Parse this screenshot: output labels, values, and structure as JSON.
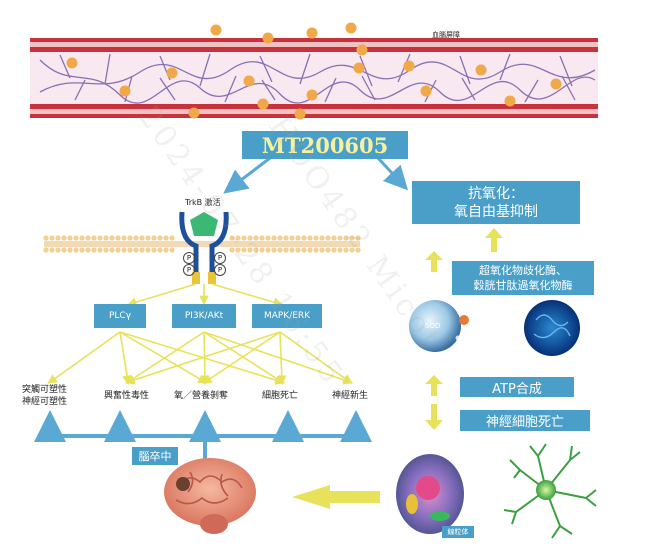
{
  "blood_vessel": {
    "label": "血腦屏障"
  },
  "compound": {
    "name": "MT200605"
  },
  "receptor": {
    "label": "TrkB 激活",
    "phospho_symbol": "P"
  },
  "pathways": [
    {
      "label": "PLCγ"
    },
    {
      "label": "PI3K/AKt"
    },
    {
      "label": "MAPK/ERK"
    }
  ],
  "outcomes": [
    {
      "line1": "突觸可塑性",
      "line2": "神經可塑性"
    },
    {
      "line1": "興奮性毒性",
      "line2": ""
    },
    {
      "line1": "氧／營養剝奪",
      "line2": ""
    },
    {
      "line1": "細胞死亡",
      "line2": ""
    },
    {
      "line1": "神經新生",
      "line2": ""
    }
  ],
  "stroke": {
    "label": "腦卒中"
  },
  "antioxidant": {
    "line1": "抗氧化：",
    "line2": "氧自由基抑制"
  },
  "enzymes": {
    "line1": "超氧化物歧化酶、",
    "line2": "穀胱甘肽過氧化物酶"
  },
  "atp": {
    "label": "ATP合成"
  },
  "neuron_death": {
    "label": "神經細胞死亡"
  },
  "sod": {
    "label": "SOD"
  },
  "mitochondria": {
    "label": "線粒体"
  },
  "watermark": {
    "line1": "2024-07-28 16:55",
    "line2": "HOO482 Micot"
  },
  "colors": {
    "vessel": "#c8323c",
    "box_blue": "#4a9fc8",
    "arrow_blue": "#5aa8d4",
    "arrow_yellow": "#e8e25a",
    "dot_orange": "#f0a848",
    "compound_text": "#f6f1a0"
  }
}
